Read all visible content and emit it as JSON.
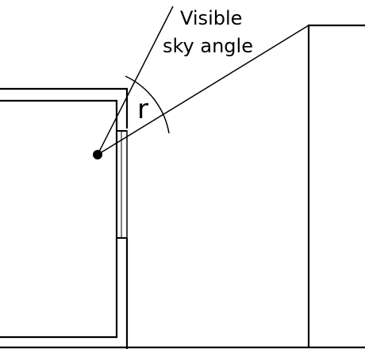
{
  "diagram": {
    "label_line1": "Visible",
    "label_line2": "sky angle",
    "angle_symbol": "r"
  }
}
